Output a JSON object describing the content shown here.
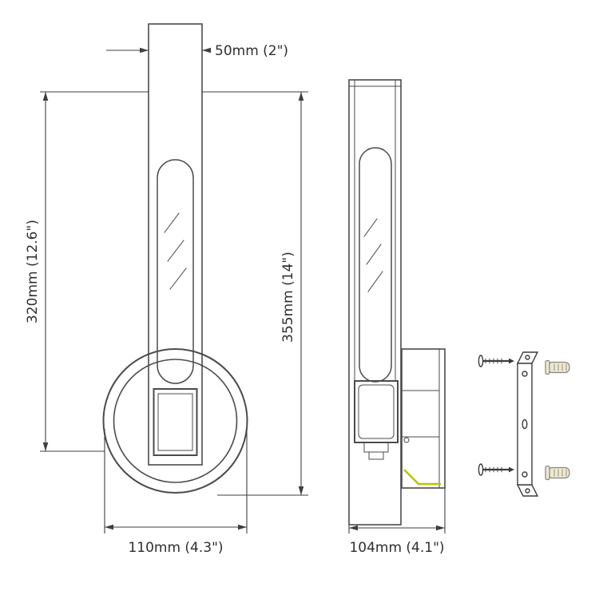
{
  "drawing": {
    "type": "wall-sconce-dimension-diagram",
    "front_view": {
      "width_top": "50mm (2\")",
      "height_inner": "320mm (12.6\")",
      "height_overall": "355mm (14\")",
      "width_bottom": "110mm (4.3\")"
    },
    "side_view": {
      "depth_bottom": "104mm (4.1\")"
    },
    "colors": {
      "line": "#4b4b4b",
      "dim_line": "#3f3f3f",
      "hatch": "#cfcfcf",
      "ground_wire": "#b8c400",
      "background": "#ffffff"
    }
  }
}
